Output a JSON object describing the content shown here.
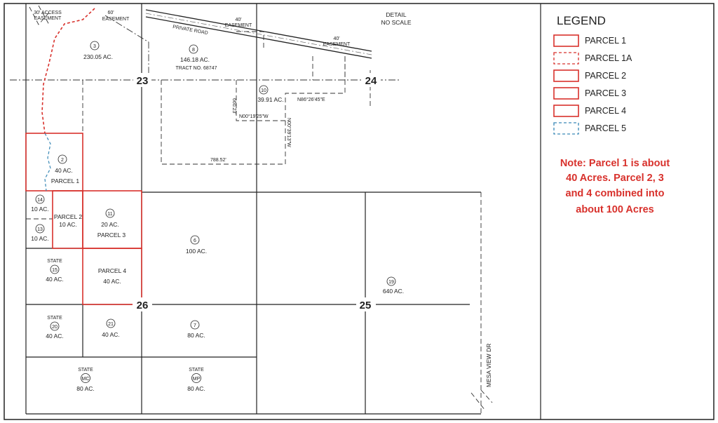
{
  "detail": {
    "line1": "DETAIL",
    "line2": "NO SCALE"
  },
  "sections": {
    "s23": "23",
    "s24": "24",
    "s25": "25",
    "s26": "26"
  },
  "easements": {
    "access_30_a": "30' ACCESS",
    "access_30_b": "EASEMENT",
    "e60_a": "60'",
    "e60_b": "EASEMENT",
    "e40_1_a": "40'",
    "e40_1_b": "EASEMENT",
    "e40_2_a": "40'",
    "e40_2_b": "EASEMENT",
    "private_road": "PRIVATE ROAD",
    "mesa_view": "MESA VIEW DR"
  },
  "bearings": {
    "b1": "N86°26'45\"E",
    "b2": "N00°19'25\"W",
    "b3": "660.23'",
    "b4": "N00°39'13\"W",
    "b5": "788.52'"
  },
  "lots": {
    "lot3": {
      "num": "3",
      "area": "230.05 AC."
    },
    "lot8": {
      "num": "8",
      "area": "146.18 AC.",
      "tract": "TRACT NO. 68747"
    },
    "lot10": {
      "num": "10",
      "area": "39.91 AC."
    },
    "lot2": {
      "num": "2",
      "area": "40 AC.",
      "parcel": "PARCEL 1"
    },
    "lot14": {
      "num": "14",
      "area": "10 AC."
    },
    "lot13": {
      "num": "13",
      "area": "10 AC."
    },
    "parcel2": {
      "label": "PARCEL 2",
      "area": "10 AC."
    },
    "lot11": {
      "num": "11",
      "area": "20 AC.",
      "parcel": "PARCEL 3"
    },
    "lot6": {
      "num": "6",
      "area": "100 AC."
    },
    "lot15": {
      "state": "STATE",
      "num": "15",
      "area": "40 AC."
    },
    "parcel4": {
      "label": "PARCEL 4",
      "area": "40 AC."
    },
    "lot19": {
      "num": "19",
      "area": "640 AC."
    },
    "lot20": {
      "state": "STATE",
      "num": "20",
      "area": "40 AC."
    },
    "lot21": {
      "num": "21",
      "area": "40 AC."
    },
    "lot7": {
      "num": "7",
      "area": "80 AC."
    },
    "lotMC": {
      "state": "STATE",
      "num": "MC",
      "area": "80 AC."
    },
    "lotMP": {
      "state": "STATE",
      "num": "MP",
      "area": "80 AC."
    }
  },
  "legend": {
    "title": "LEGEND",
    "items": [
      {
        "label": "PARCEL 1",
        "style": "solid",
        "color": "#d8312c"
      },
      {
        "label": "PARCEL 1A",
        "style": "dashed",
        "color": "#d8312c"
      },
      {
        "label": "PARCEL 2",
        "style": "solid",
        "color": "#d8312c"
      },
      {
        "label": "PARCEL 3",
        "style": "solid",
        "color": "#d8312c"
      },
      {
        "label": "PARCEL 4",
        "style": "solid",
        "color": "#d8312c"
      },
      {
        "label": "PARCEL 5",
        "style": "dashed",
        "color": "#3a89b6"
      }
    ]
  },
  "note": {
    "line1": "Note: Parcel 1 is about",
    "line2": "40 Acres. Parcel 2, 3",
    "line3": "and 4 combined into",
    "line4": "about 100 Acres"
  }
}
